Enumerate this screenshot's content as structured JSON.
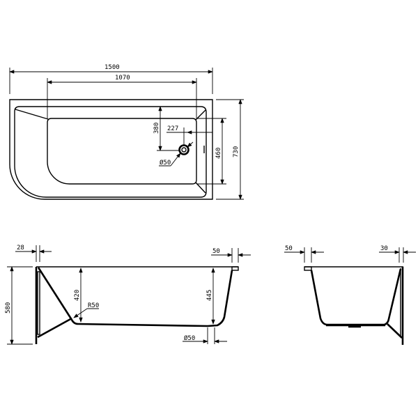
{
  "top_view": {
    "overall_length": "1500",
    "inner_length": "1070",
    "overall_width": "730",
    "inner_width": "460",
    "drain_offset_depth": "380",
    "drain_offset_end": "227",
    "drain_diameter": "Ø50"
  },
  "side_view": {
    "panel_thickness": "28",
    "rim_width": "50",
    "overall_height": "580",
    "depth_left": "420",
    "depth_right": "445",
    "corner_radius": "R50",
    "drain_diameter": "Ø50"
  },
  "end_view": {
    "rim_width": "50",
    "panel_thickness": "30"
  },
  "colors": {
    "line": "#000000",
    "background": "#ffffff"
  }
}
